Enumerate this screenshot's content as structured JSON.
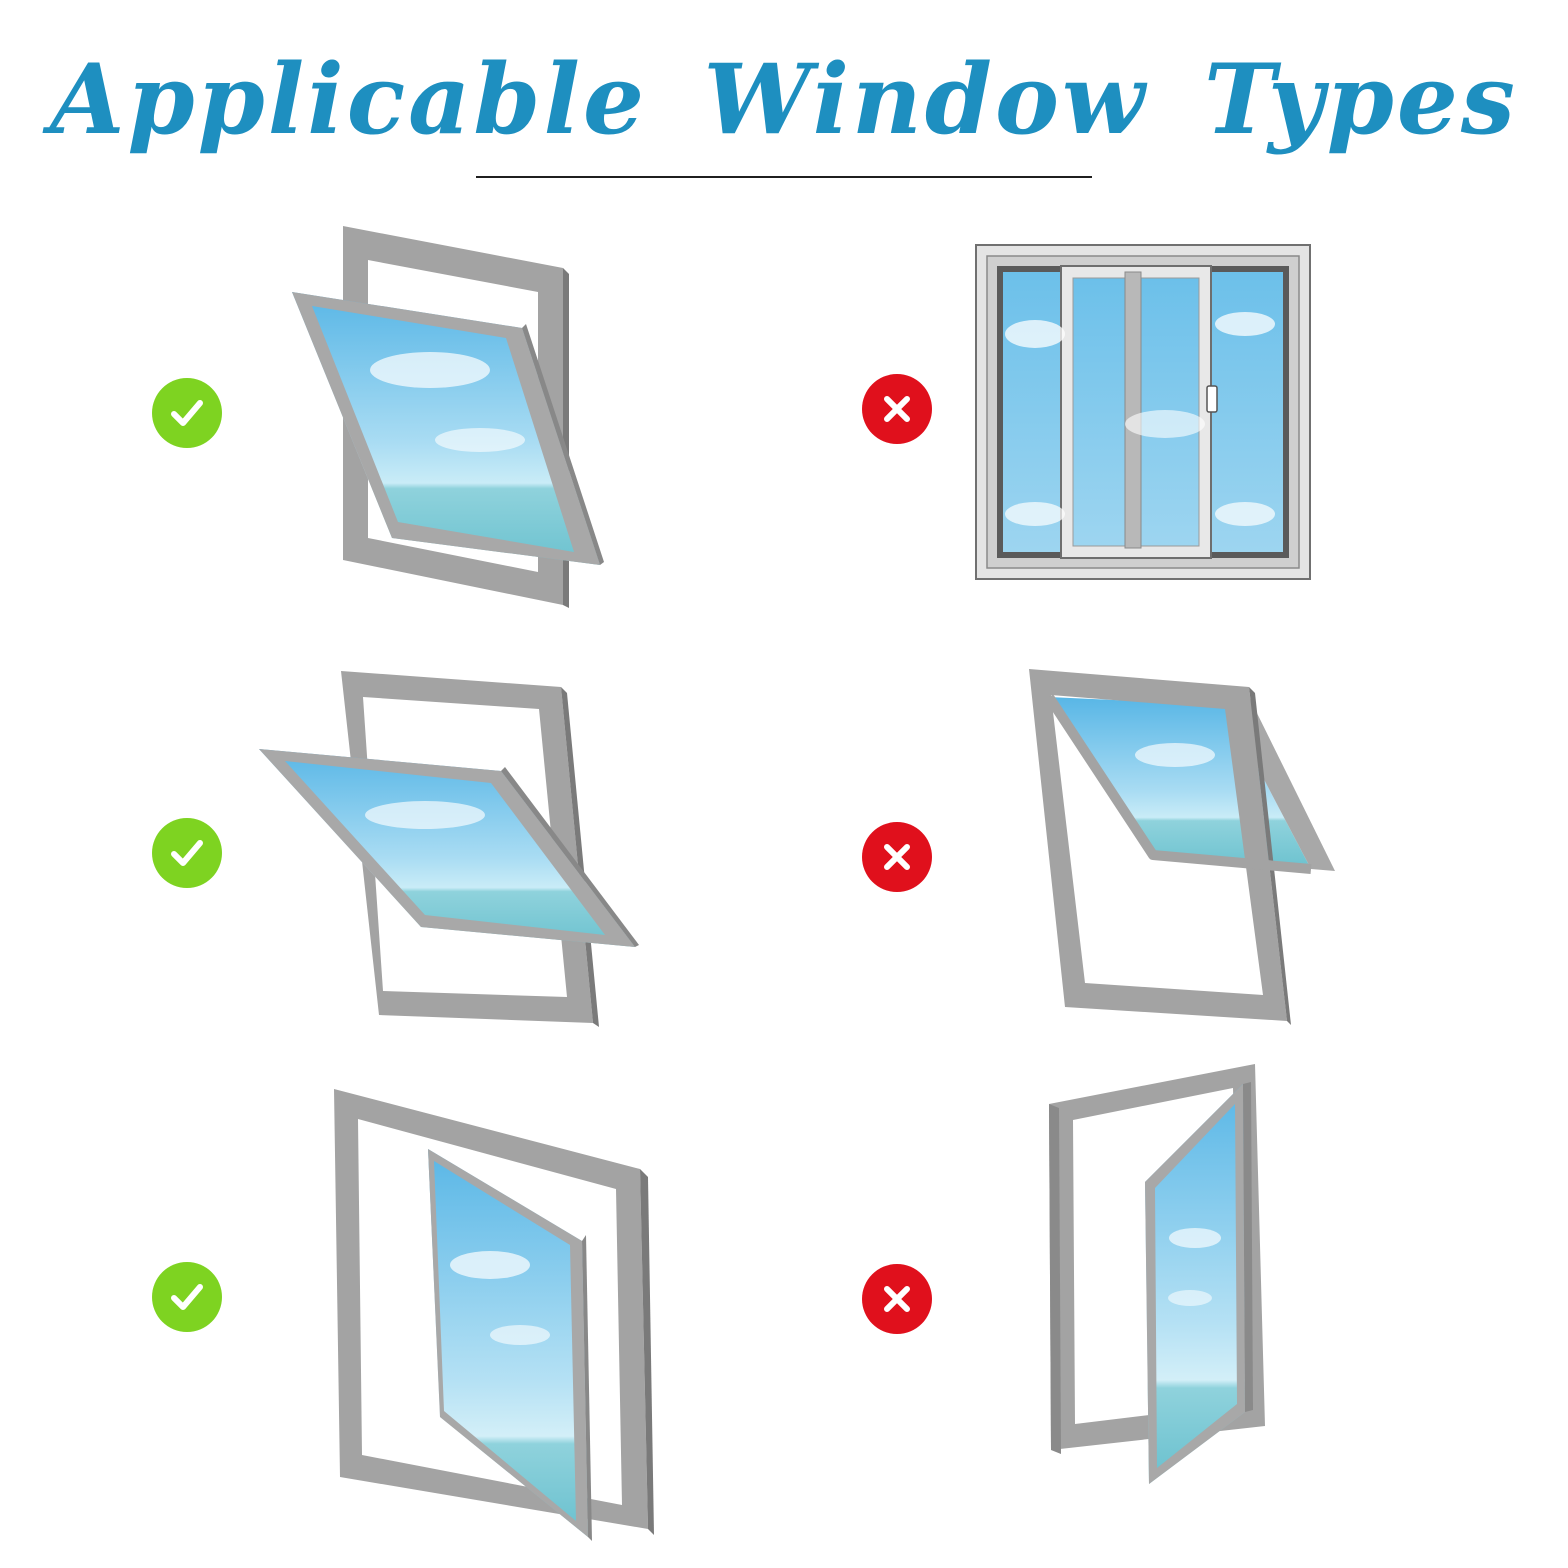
{
  "header": {
    "title": "Applicable Window Types"
  },
  "palette": {
    "title_blue": "#1e8fc0",
    "check_green": "#7ed321",
    "cross_red": "#e0101c",
    "frame_gray": "#a3a3a3",
    "frame_dark": "#7a7a7a",
    "sky_top": "#5ab8e6",
    "sea": "#7ccbd9"
  },
  "window_types": [
    {
      "row": 1,
      "column": "left",
      "type": "bottom-hinged tilt sash",
      "status": "applicable",
      "badge_icon": "check-icon"
    },
    {
      "row": 1,
      "column": "right",
      "type": "horizontal sliding window",
      "status": "not-applicable",
      "badge_icon": "cross-icon"
    },
    {
      "row": 2,
      "column": "left",
      "type": "bottom-hinged tilt sash",
      "status": "applicable",
      "badge_icon": "check-icon"
    },
    {
      "row": 2,
      "column": "right",
      "type": "top-hinged awning window",
      "status": "not-applicable",
      "badge_icon": "cross-icon"
    },
    {
      "row": 3,
      "column": "left",
      "type": "side-hinged casement",
      "status": "applicable",
      "badge_icon": "check-icon"
    },
    {
      "row": 3,
      "column": "right",
      "type": "side-hinged casement door",
      "status": "not-applicable",
      "badge_icon": "cross-icon"
    }
  ]
}
